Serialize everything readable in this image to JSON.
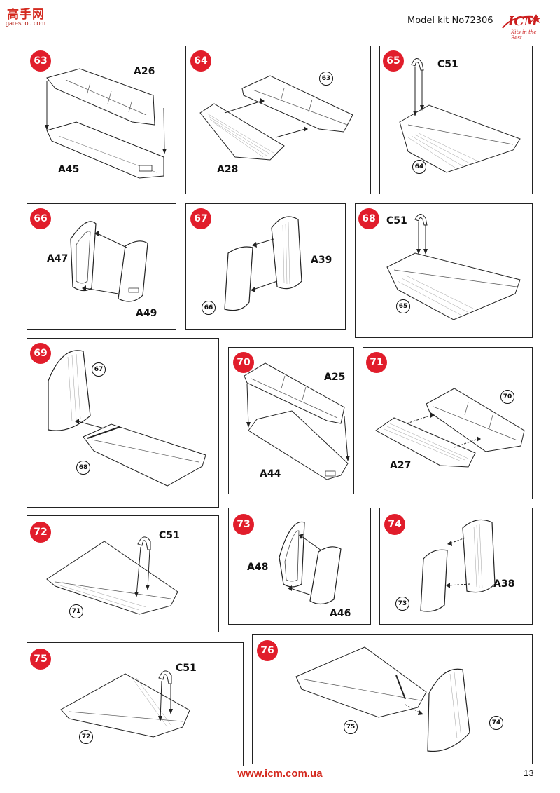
{
  "watermark": {
    "title": "高手网",
    "url": "gao-shou.com"
  },
  "header": {
    "model_kit": "Model kit No72306",
    "logo_text": "ICM",
    "logo_tagline": "Kits in the Best"
  },
  "panels": [
    {
      "step": "63",
      "parts": [
        "A26",
        "A45"
      ],
      "refs": []
    },
    {
      "step": "64",
      "parts": [
        "A28"
      ],
      "refs": [
        "63"
      ]
    },
    {
      "step": "65",
      "parts": [
        "C51"
      ],
      "refs": [
        "64"
      ]
    },
    {
      "step": "66",
      "parts": [
        "A47",
        "A49"
      ],
      "refs": []
    },
    {
      "step": "67",
      "parts": [
        "A39"
      ],
      "refs": [
        "66"
      ]
    },
    {
      "step": "68",
      "parts": [
        "C51"
      ],
      "refs": [
        "65"
      ]
    },
    {
      "step": "69",
      "parts": [],
      "refs": [
        "67",
        "68"
      ]
    },
    {
      "step": "70",
      "parts": [
        "A25",
        "A44"
      ],
      "refs": []
    },
    {
      "step": "71",
      "parts": [
        "A27"
      ],
      "refs": [
        "70"
      ]
    },
    {
      "step": "72",
      "parts": [
        "C51"
      ],
      "refs": [
        "71"
      ]
    },
    {
      "step": "73",
      "parts": [
        "A48",
        "A46"
      ],
      "refs": []
    },
    {
      "step": "74",
      "parts": [
        "A38"
      ],
      "refs": [
        "73"
      ]
    },
    {
      "step": "75",
      "parts": [
        "C51"
      ],
      "refs": [
        "72"
      ]
    },
    {
      "step": "76",
      "parts": [],
      "refs": [
        "75",
        "74"
      ]
    }
  ],
  "footer": {
    "url": "www.icm.com.ua",
    "page_number": "13"
  }
}
